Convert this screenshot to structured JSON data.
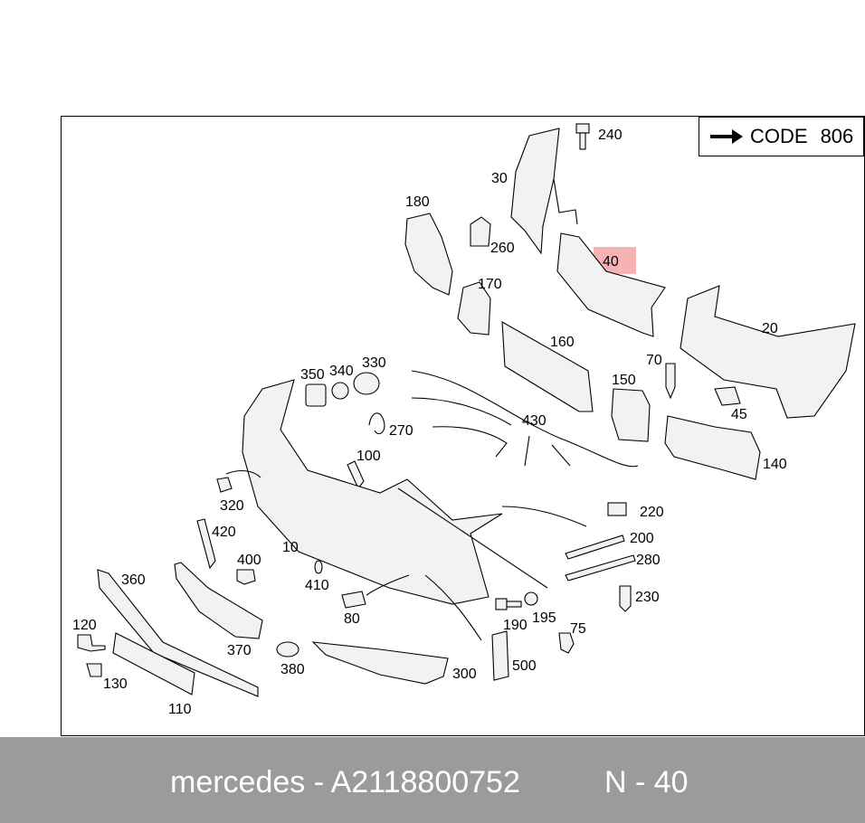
{
  "diagram": {
    "code_box": {
      "label": "CODE",
      "number": "806",
      "arrow_icon": "right-arrow-icon"
    },
    "highlight_color": "#f4a6a6",
    "labels": {
      "p240": "240",
      "p30": "30",
      "p180": "180",
      "p260": "260",
      "p40": "40",
      "p170": "170",
      "p20": "20",
      "p160": "160",
      "p70": "70",
      "p150": "150",
      "p45": "45",
      "p350": "350",
      "p340": "340",
      "p330": "330",
      "p430": "430",
      "p270": "270",
      "p140": "140",
      "p100": "100",
      "p320": "320",
      "p220": "220",
      "p420": "420",
      "p200": "200",
      "p10": "10",
      "p280": "280",
      "p400": "400",
      "p360": "360",
      "p410": "410",
      "p230": "230",
      "p80": "80",
      "p190": "190",
      "p195": "195",
      "p75": "75",
      "p120": "120",
      "p370": "370",
      "p380": "380",
      "p300": "300",
      "p500": "500",
      "p130": "130",
      "p110": "110"
    }
  },
  "footer": {
    "part_text": "mercedes - A2118800752",
    "position_text": "N - 40",
    "background": "#9b9b9b"
  }
}
